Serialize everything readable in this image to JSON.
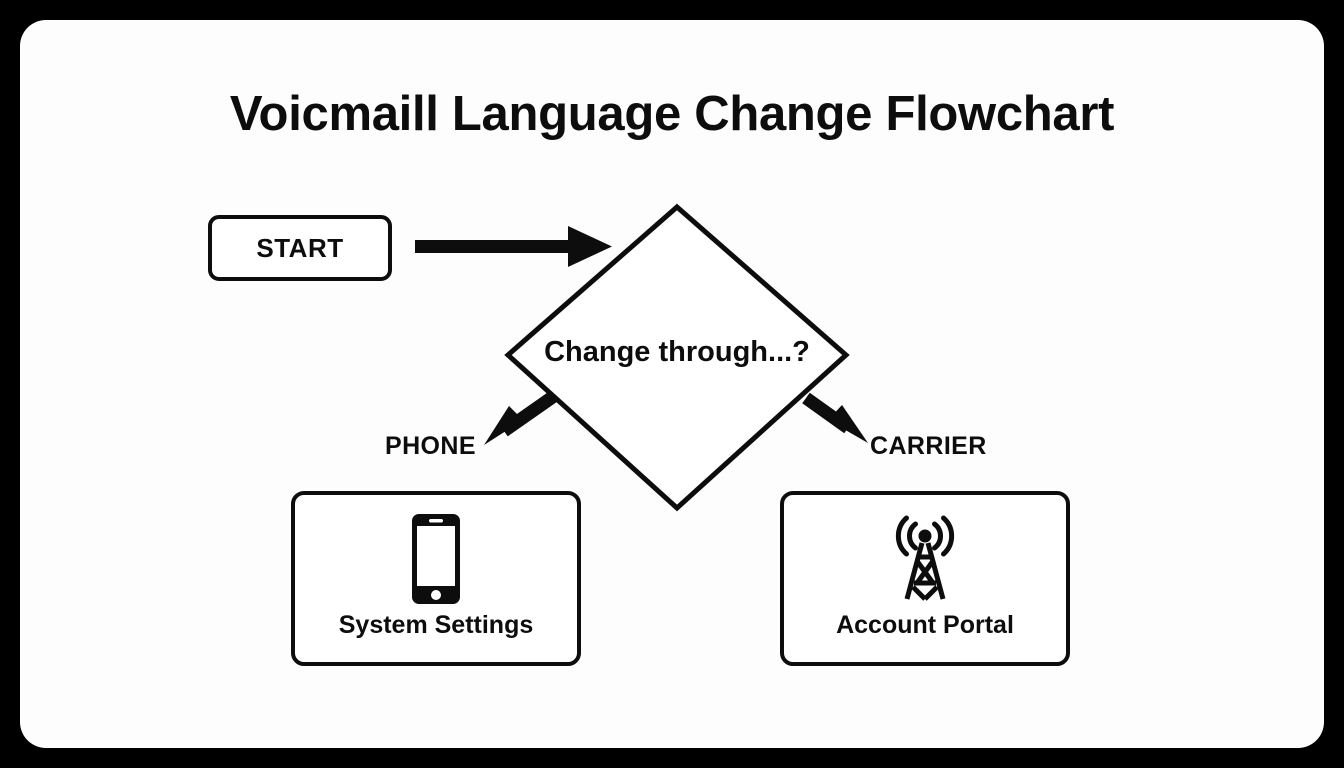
{
  "page": {
    "title": "Voicmaill Language Change Flowchart",
    "frame_color": "#000000",
    "canvas_color": "#fdfdfd",
    "stroke_color": "#0d0d0d"
  },
  "flowchart": {
    "start_node": {
      "label": "START",
      "shape": "rounded-rectangle"
    },
    "decision_node": {
      "label": "Change through...?",
      "shape": "diamond"
    },
    "branches": [
      {
        "label": "PHONE",
        "direction": "down-left",
        "target": {
          "label": "System Settings",
          "icon": "smartphone-icon",
          "shape": "rounded-rectangle"
        }
      },
      {
        "label": "CARRIER",
        "direction": "down-right",
        "target": {
          "label": "Account Portal",
          "icon": "cell-tower-icon",
          "shape": "rounded-rectangle"
        }
      }
    ],
    "connectors": [
      {
        "name": "start-to-decision",
        "style": "solid-arrow",
        "direction": "right"
      },
      {
        "name": "decision-to-phone",
        "style": "solid-arrow",
        "direction": "down-left"
      },
      {
        "name": "decision-to-carrier",
        "style": "solid-arrow",
        "direction": "down-right"
      }
    ]
  }
}
